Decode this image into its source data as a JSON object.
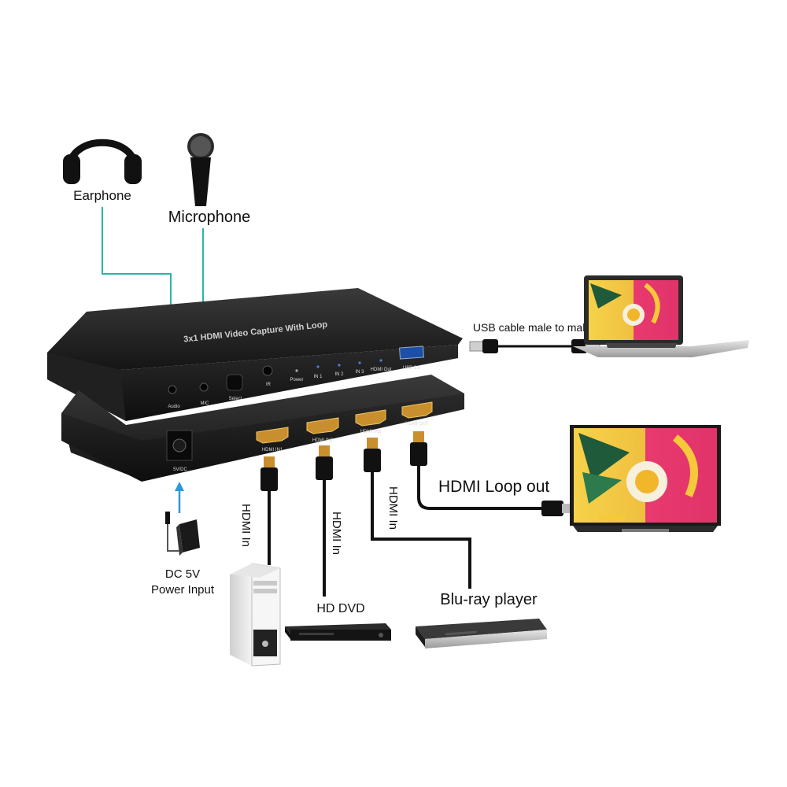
{
  "device": {
    "top_label": "3x1 HDMI Video Capture With Loop",
    "front_ports": {
      "audio": "Audio",
      "mic": "MIC",
      "select": "Select",
      "ir": "IR",
      "power": "Power",
      "in1": "IN 1",
      "in2": "IN 2",
      "in3": "IN 3",
      "hdmi_out": "HDMI Out",
      "usb": "USB 3.0"
    },
    "rear_ports": {
      "dc": "5V/DC",
      "hdmi_in1": "HDMI IN1",
      "hdmi_in2": "HDMI IN2",
      "hdmi_in3": "HDMI IN3",
      "hdmi_out": "HDMI OUT"
    }
  },
  "labels": {
    "earphone": "Earphone",
    "microphone": "Microphone",
    "usb_cable": "USB cable male to male",
    "hdmi_loop_out": "HDMI Loop out",
    "hdmi_in": "HDMI In",
    "power_line1": "DC 5V",
    "power_line2": "Power Input",
    "hd_dvd": "HD DVD",
    "bluray": "Blu-ray player"
  },
  "colors": {
    "audio_cable": "#2bb5a8",
    "power_arrow": "#2a9ad6",
    "device_body": "#1c1c1c",
    "cable": "#111111"
  }
}
